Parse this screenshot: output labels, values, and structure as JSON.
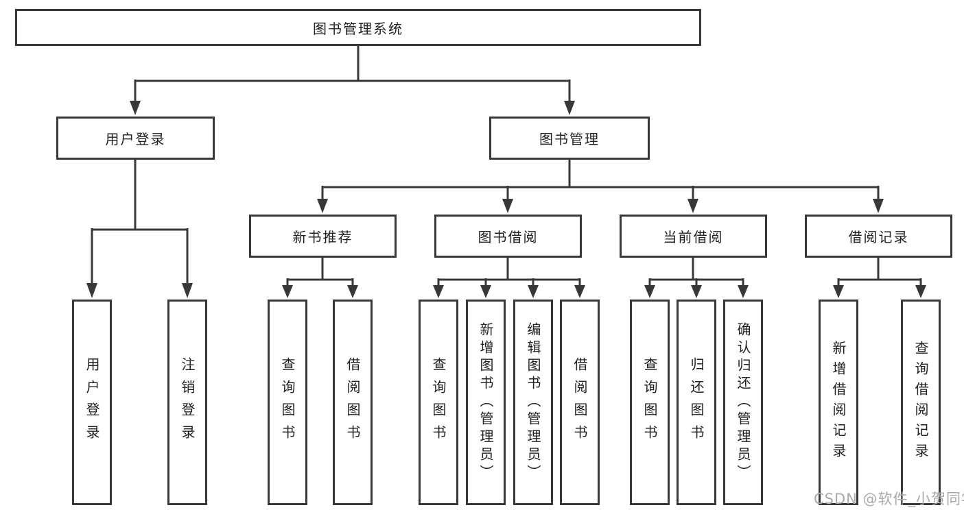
{
  "diagram": {
    "root_label": "图书管理系统",
    "level2": [
      {
        "label": "用户登录"
      },
      {
        "label": "图书管理"
      }
    ],
    "level3": [
      {
        "label": "新书推荐"
      },
      {
        "label": "图书借阅"
      },
      {
        "label": "当前借阅"
      },
      {
        "label": "借阅记录"
      }
    ],
    "leaves": {
      "user_login": [
        "用户登录",
        "注销登录"
      ],
      "new_book": [
        "查询图书",
        "借阅图书"
      ],
      "book_borrow": [
        "查询图书",
        "新增图书（管理员）",
        "编辑图书（管理员）",
        "借阅图书"
      ],
      "current_borrow": [
        "查询图书",
        "归还图书",
        "确认归还（管理员）"
      ],
      "borrow_record": [
        "新增借阅记录",
        "查询借阅记录"
      ]
    }
  },
  "watermark": {
    "text": "CSDN @软件_小贺同学"
  },
  "colors": {
    "line": "#383838",
    "box_border": "#383838",
    "text": "#212121",
    "watermark": "#a9a9a9",
    "background": "#ffffff"
  }
}
